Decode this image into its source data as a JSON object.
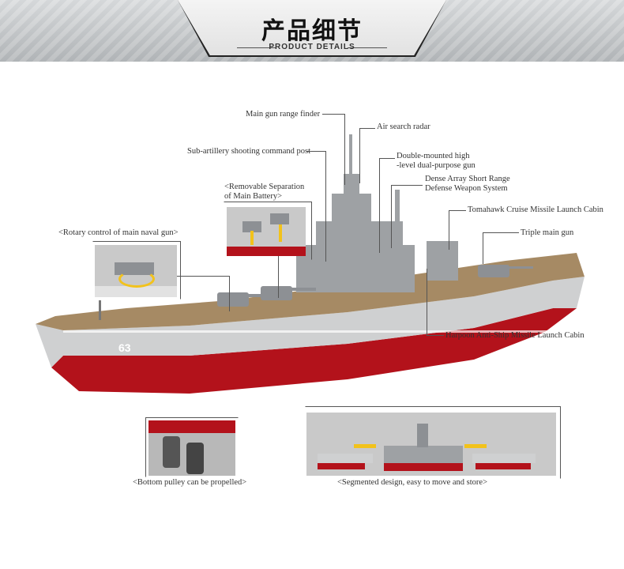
{
  "header": {
    "title_cn": "产品细节",
    "title_en": "PRODUCT DETAILS"
  },
  "callouts": {
    "range_finder": "Main gun range finder",
    "air_radar": "Air search radar",
    "sub_artillery": "Sub-artillery shooting command post",
    "dual_gun_1": "Double-mounted high",
    "dual_gun_2": "-level dual-purpose gun",
    "dense_array_1": "Dense Array Short Range",
    "dense_array_2": "Defense Weapon System",
    "removable_1": "<Removable Separation",
    "removable_2": "of Main Battery>",
    "tomahawk": "Tomahawk Cruise Missile Launch Cabin",
    "rotary": "<Rotary control of main naval gun>",
    "triple_gun": "Triple main gun",
    "harpoon": "Harpoon Anti-Ship Missile Launch Cabin",
    "hull_number": "63",
    "bottom_pulley": "<Bottom pulley can be propelled>",
    "segmented": "<Segmented design, easy to move and store>"
  },
  "colors": {
    "hull_red": "#b3121b",
    "hull_gray": "#cfd0d1",
    "deck": "#a68a64",
    "arrow_yellow": "#f2c21b"
  }
}
